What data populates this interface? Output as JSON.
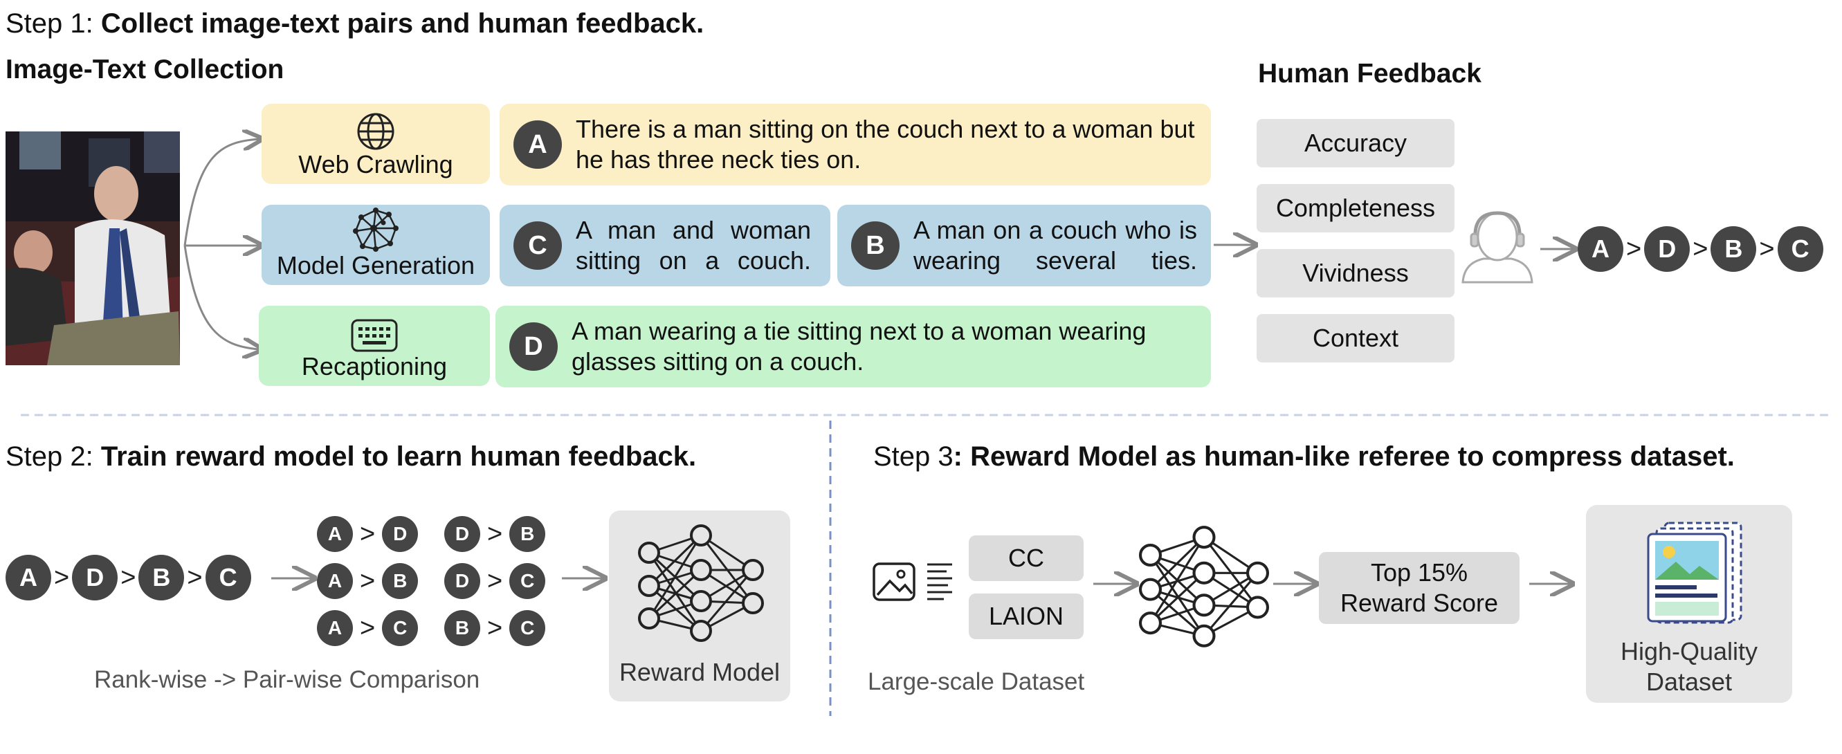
{
  "step1": {
    "prefix": "Step 1: ",
    "title": "Collect image-text pairs and human feedback."
  },
  "collection_title": "Image-Text Collection",
  "feedback_title": "Human Feedback",
  "sources": [
    {
      "label": "Web Crawling",
      "icon": "globe-icon",
      "color": "#fcefc6"
    },
    {
      "label": "Model Generation",
      "icon": "network-icon",
      "color": "#b9d6e6"
    },
    {
      "label": "Recaptioning",
      "icon": "keyboard-icon",
      "color": "#c4f3cc"
    }
  ],
  "captions": {
    "A": "There is a man sitting on the couch next to a woman but he has three neck ties on.",
    "C": "A man and woman sitting on a couch.",
    "B": "A man on a couch who is wearing several ties.",
    "D": "A man wearing a tie sitting next to a woman wearing glasses sitting on a couch."
  },
  "criteria": [
    "Accuracy",
    "Completeness",
    "Vividness",
    "Context"
  ],
  "ranking": [
    "A",
    "D",
    "B",
    "C"
  ],
  "gt": ">",
  "step2": {
    "prefix": "Step 2: ",
    "title": "Train reward model to learn human feedback."
  },
  "pairs": [
    [
      "A",
      "D"
    ],
    [
      "D",
      "B"
    ],
    [
      "A",
      "B"
    ],
    [
      "D",
      "C"
    ],
    [
      "A",
      "C"
    ],
    [
      "B",
      "C"
    ]
  ],
  "rank_note": "Rank-wise -> Pair-wise Comparison",
  "reward_model_label": "Reward Model",
  "step3": {
    "prefix": "Step 3",
    "title": ": Reward Model as human-like referee to compress dataset."
  },
  "datasets": [
    "CC",
    "LAION"
  ],
  "large_scale_label": "Large-scale Dataset",
  "top_score": {
    "line1": "Top 15%",
    "line2": "Reward Score"
  },
  "hq": {
    "line1": "High-Quality",
    "line2": "Dataset"
  },
  "colors": {
    "badge": "#454545",
    "arrow": "#888888",
    "divider": "#7a8fc4",
    "box_gray": "#e6e6e6"
  }
}
